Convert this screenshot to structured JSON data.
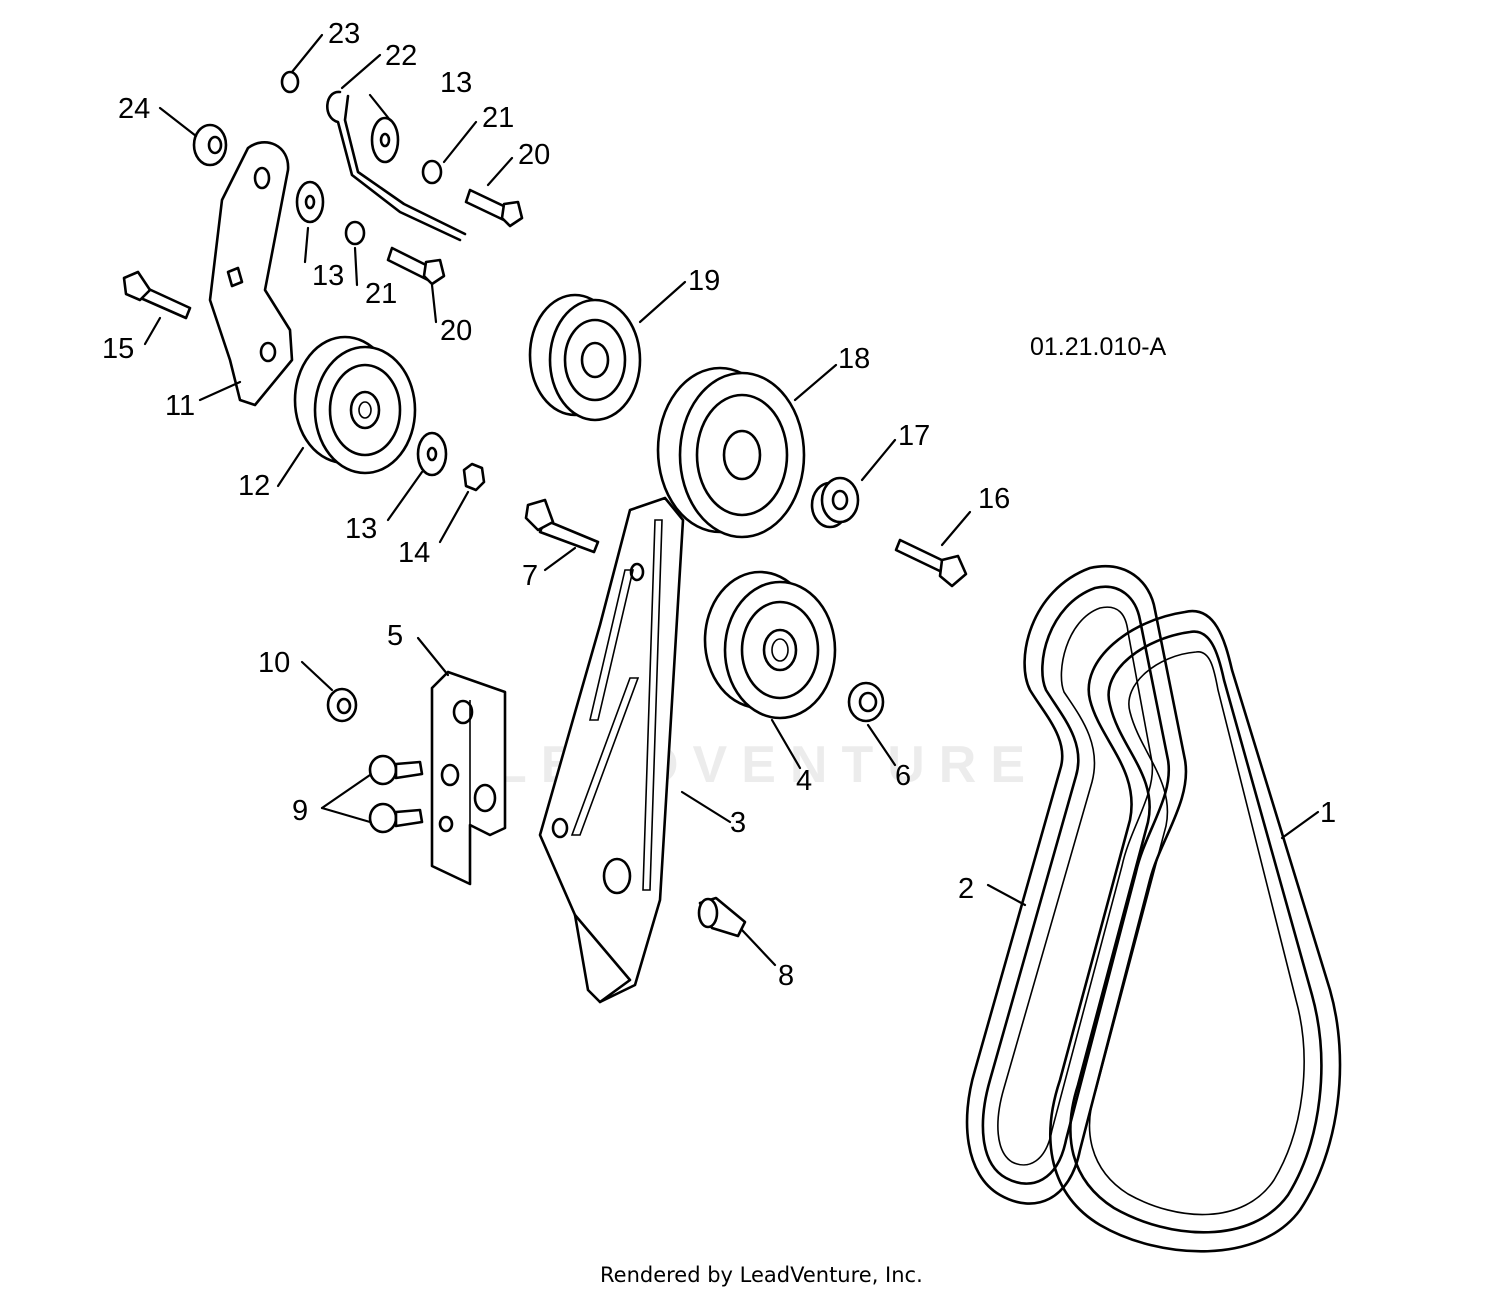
{
  "diagram": {
    "document_number": "01.21.010-A",
    "footer": "Rendered by LeadVenture, Inc.",
    "watermark": "LEADVENTURE",
    "callouts": {
      "c1": "1",
      "c2": "2",
      "c3": "3",
      "c4": "4",
      "c5": "5",
      "c6": "6",
      "c7": "7",
      "c8": "8",
      "c9": "9",
      "c10": "10",
      "c11": "11",
      "c12": "12",
      "c13a": "13",
      "c13b": "13",
      "c13c": "13",
      "c14": "14",
      "c15": "15",
      "c16": "16",
      "c17": "17",
      "c18": "18",
      "c19": "19",
      "c20a": "20",
      "c20b": "20",
      "c21a": "21",
      "c21b": "21",
      "c22": "22",
      "c23": "23",
      "c24": "24"
    }
  }
}
